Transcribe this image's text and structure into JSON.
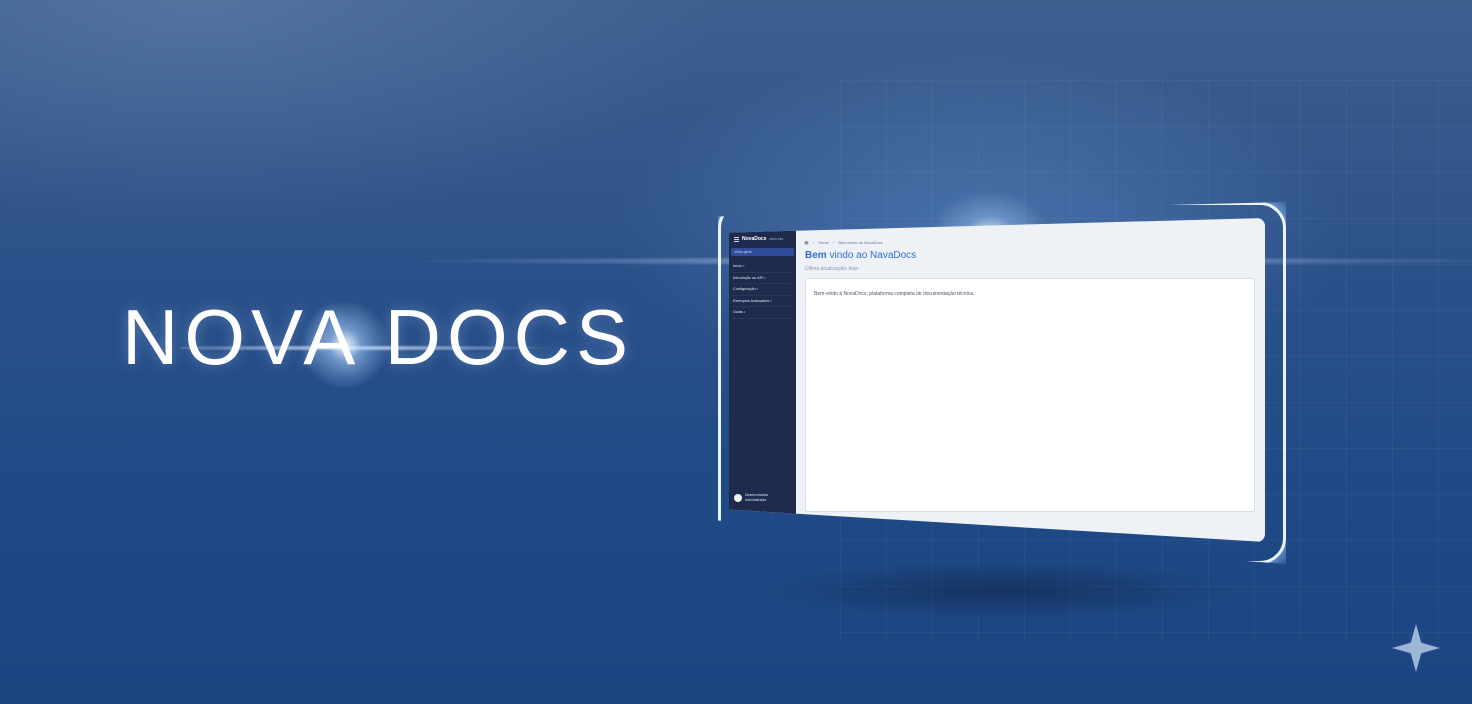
{
  "hero": {
    "title": "NOVA DOCS"
  },
  "app": {
    "sidebar": {
      "brand": "NovaDocs",
      "brand_sub": "docs.exe",
      "active_item": "Visão geral",
      "items": [
        {
          "label": "Início •"
        },
        {
          "label": "Introdução ao API •"
        },
        {
          "label": "Configuração •"
        },
        {
          "label": "Exemplos Avançados •"
        },
        {
          "label": "Guias •"
        }
      ],
      "user": {
        "name": "Desenvolvedor",
        "role": "Administrador"
      }
    },
    "breadcrumb": {
      "item1": "Home",
      "item2": "Bem-vindo ao NovaDocs"
    },
    "title_strong": "Bem",
    "title_rest": "vindo ao NavaDocs",
    "subtitle": "Última atualização: hoje",
    "card_text": "Bem-vindo à NovaDocs, plataforma completa de documentação técnica."
  },
  "colors": {
    "background": "#2b5089",
    "sidebar": "#1e2b4d",
    "accent": "#2e6ed0",
    "glow": "#eaf3ff"
  }
}
